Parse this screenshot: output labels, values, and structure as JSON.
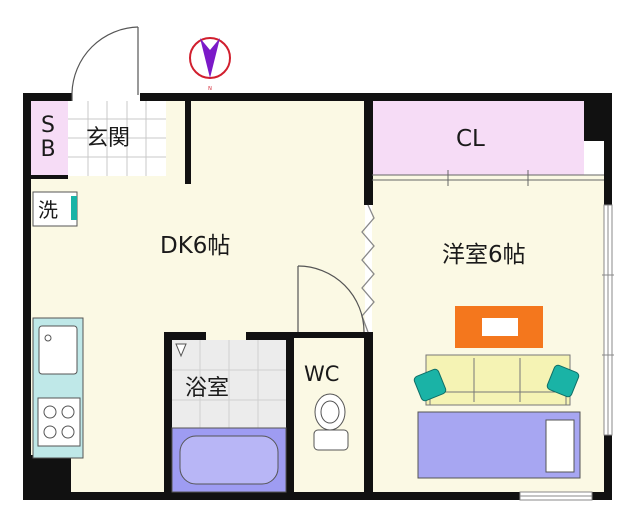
{
  "rooms": {
    "sb": "SB",
    "genkan": "玄関",
    "cl": "CL",
    "wash": "洗",
    "dk": "DK6帖",
    "youshitsu": "洋室6帖",
    "wc": "WC",
    "bath": "浴室"
  },
  "compass": {
    "north_label": "N"
  },
  "colors": {
    "floor": "#fbf9e4",
    "closet": "#f6dcf6",
    "bath": "#ececec",
    "tub": "#9e9cf2",
    "bed": "#a7a6f2",
    "sofa": "#f5f3b4",
    "cushion": "#1ab3a6",
    "table": "#f4771d",
    "kitchen": "#bfe8e8",
    "wall": "#111111",
    "compass": "#d11f2e",
    "compass_arrow": "#7b19c8"
  }
}
